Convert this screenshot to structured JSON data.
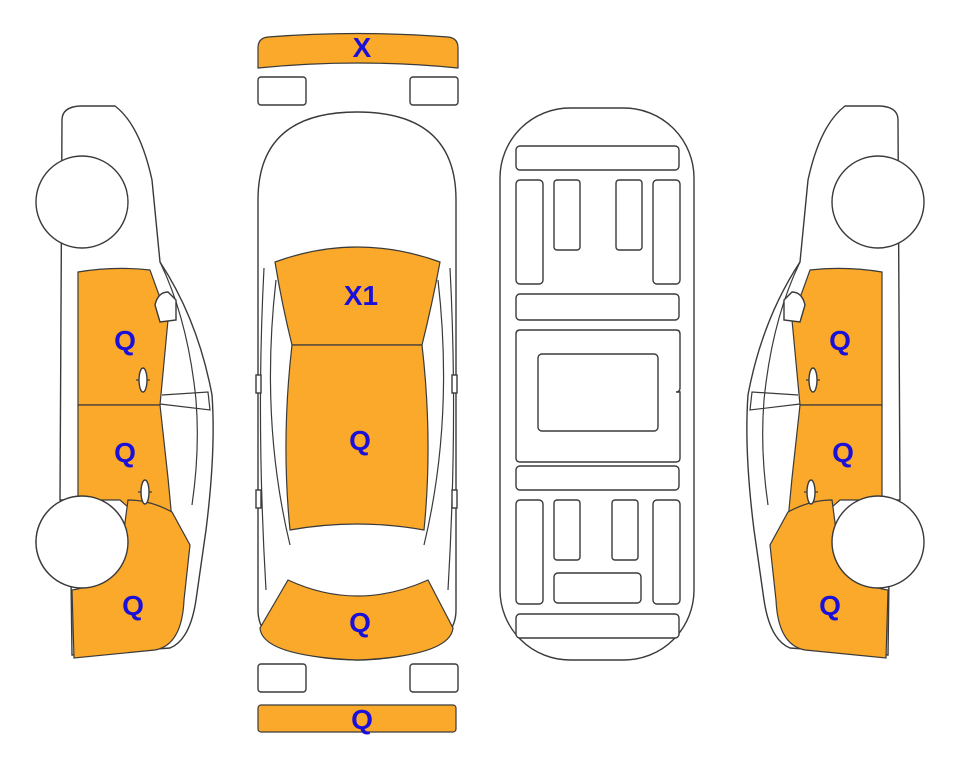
{
  "diagram": {
    "views": {
      "front_bumper": {
        "label": "X"
      },
      "rear_bumper": {
        "label": "Q"
      },
      "top_body": {
        "windshield_label": "X1",
        "roof_label": "Q",
        "trunk_label": "Q"
      },
      "left_side": {
        "front_door_label": "Q",
        "rear_door_label": "Q",
        "rear_quarter_label": "Q"
      },
      "right_side": {
        "front_door_label": "Q",
        "rear_door_label": "Q",
        "rear_quarter_label": "Q"
      }
    },
    "colors": {
      "damage_fill": "#FBA92A",
      "label_color": "#1B10D8",
      "outline": "#3A3A3A"
    }
  }
}
